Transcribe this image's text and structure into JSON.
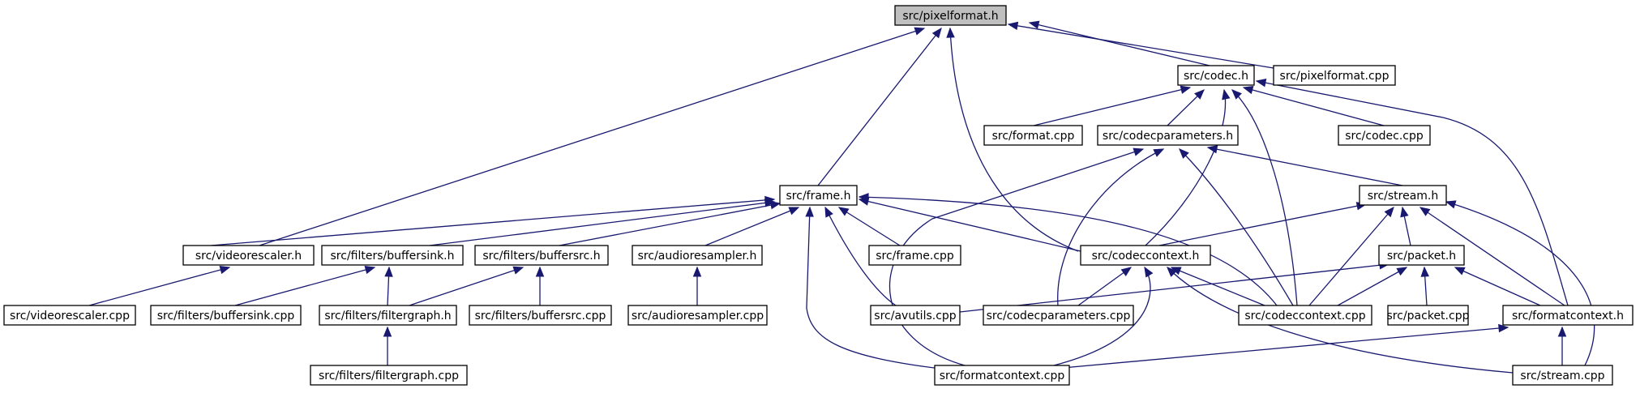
{
  "colors": {
    "edge": "#191970",
    "node_fill": "#ffffff",
    "root_fill": "#bfbfbf",
    "node_border": "#000000"
  },
  "nodes": {
    "pixelformat_h": "src/pixelformat.h",
    "codec_h": "src/codec.h",
    "pixelformat_cpp": "src/pixelformat.cpp",
    "format_cpp": "src/format.cpp",
    "codecparameters_h": "src/codecparameters.h",
    "codec_cpp": "src/codec.cpp",
    "frame_h": "src/frame.h",
    "stream_h": "src/stream.h",
    "videorescaler_h": "src/videorescaler.h",
    "buffersink_h": "src/filters/buffersink.h",
    "buffersrc_h": "src/filters/buffersrc.h",
    "audioresampler_h": "src/audioresampler.h",
    "frame_cpp": "src/frame.cpp",
    "codeccontext_h": "src/codeccontext.h",
    "packet_h": "src/packet.h",
    "videorescaler_cpp": "src/videorescaler.cpp",
    "buffersink_cpp": "src/filters/buffersink.cpp",
    "filtergraph_h": "src/filters/filtergraph.h",
    "buffersrc_cpp": "src/filters/buffersrc.cpp",
    "audioresampler_cpp": "src/audioresampler.cpp",
    "avutils_cpp": "src/avutils.cpp",
    "codecparameters_cpp": "src/codecparameters.cpp",
    "codeccontext_cpp": "src/codeccontext.cpp",
    "packet_cpp": "src/packet.cpp",
    "formatcontext_h": "src/formatcontext.h",
    "filtergraph_cpp": "src/filters/filtergraph.cpp",
    "formatcontext_cpp": "src/formatcontext.cpp",
    "stream_cpp": "src/stream.cpp"
  }
}
